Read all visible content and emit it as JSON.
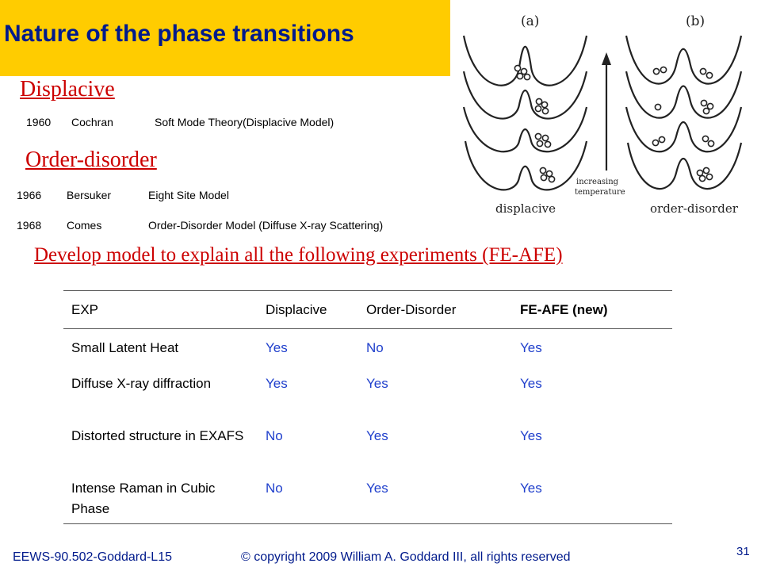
{
  "title": "Nature of the phase transitions",
  "displacive": {
    "heading": "Displacive",
    "entries": [
      {
        "year": "1960",
        "name": "Cochran",
        "desc": "Soft Mode Theory(Displacive Model)"
      }
    ]
  },
  "order_disorder": {
    "heading": "Order-disorder",
    "entries": [
      {
        "year": "1966",
        "name": "Bersuker",
        "desc": "Eight Site Model"
      },
      {
        "year": "1968",
        "name": "Comes",
        "desc": "Order-Disorder Model (Diffuse X-ray Scattering)"
      }
    ]
  },
  "diagram": {
    "label_a": "(a)",
    "label_b": "(b)",
    "arrow_label_line1": "increasing",
    "arrow_label_line2": "temperature",
    "caption_a": "displacive",
    "caption_b": "order-disorder"
  },
  "develop": "Develop model to explain all the following  experiments (FE-AFE)",
  "table": {
    "headers": [
      "EXP",
      "Displacive",
      "Order-Disorder",
      "FE-AFE (new)"
    ],
    "rows": [
      {
        "exp": "Small Latent Heat",
        "displacive": "Yes",
        "order": "No",
        "feafe": "Yes"
      },
      {
        "exp": "Diffuse X-ray diffraction",
        "displacive": "Yes",
        "order": "Yes",
        "feafe": "Yes"
      },
      {
        "exp": "Distorted structure in EXAFS",
        "displacive": "No",
        "order": "Yes",
        "feafe": "Yes"
      },
      {
        "exp": "Intense Raman in Cubic Phase",
        "displacive": "No",
        "order": "Yes",
        "feafe": "Yes"
      }
    ]
  },
  "footer": {
    "left": "EEWS-90.502-Goddard-L15",
    "copyright": "© copyright 2009 William A. Goddard III, all rights reserved",
    "page": "31"
  }
}
